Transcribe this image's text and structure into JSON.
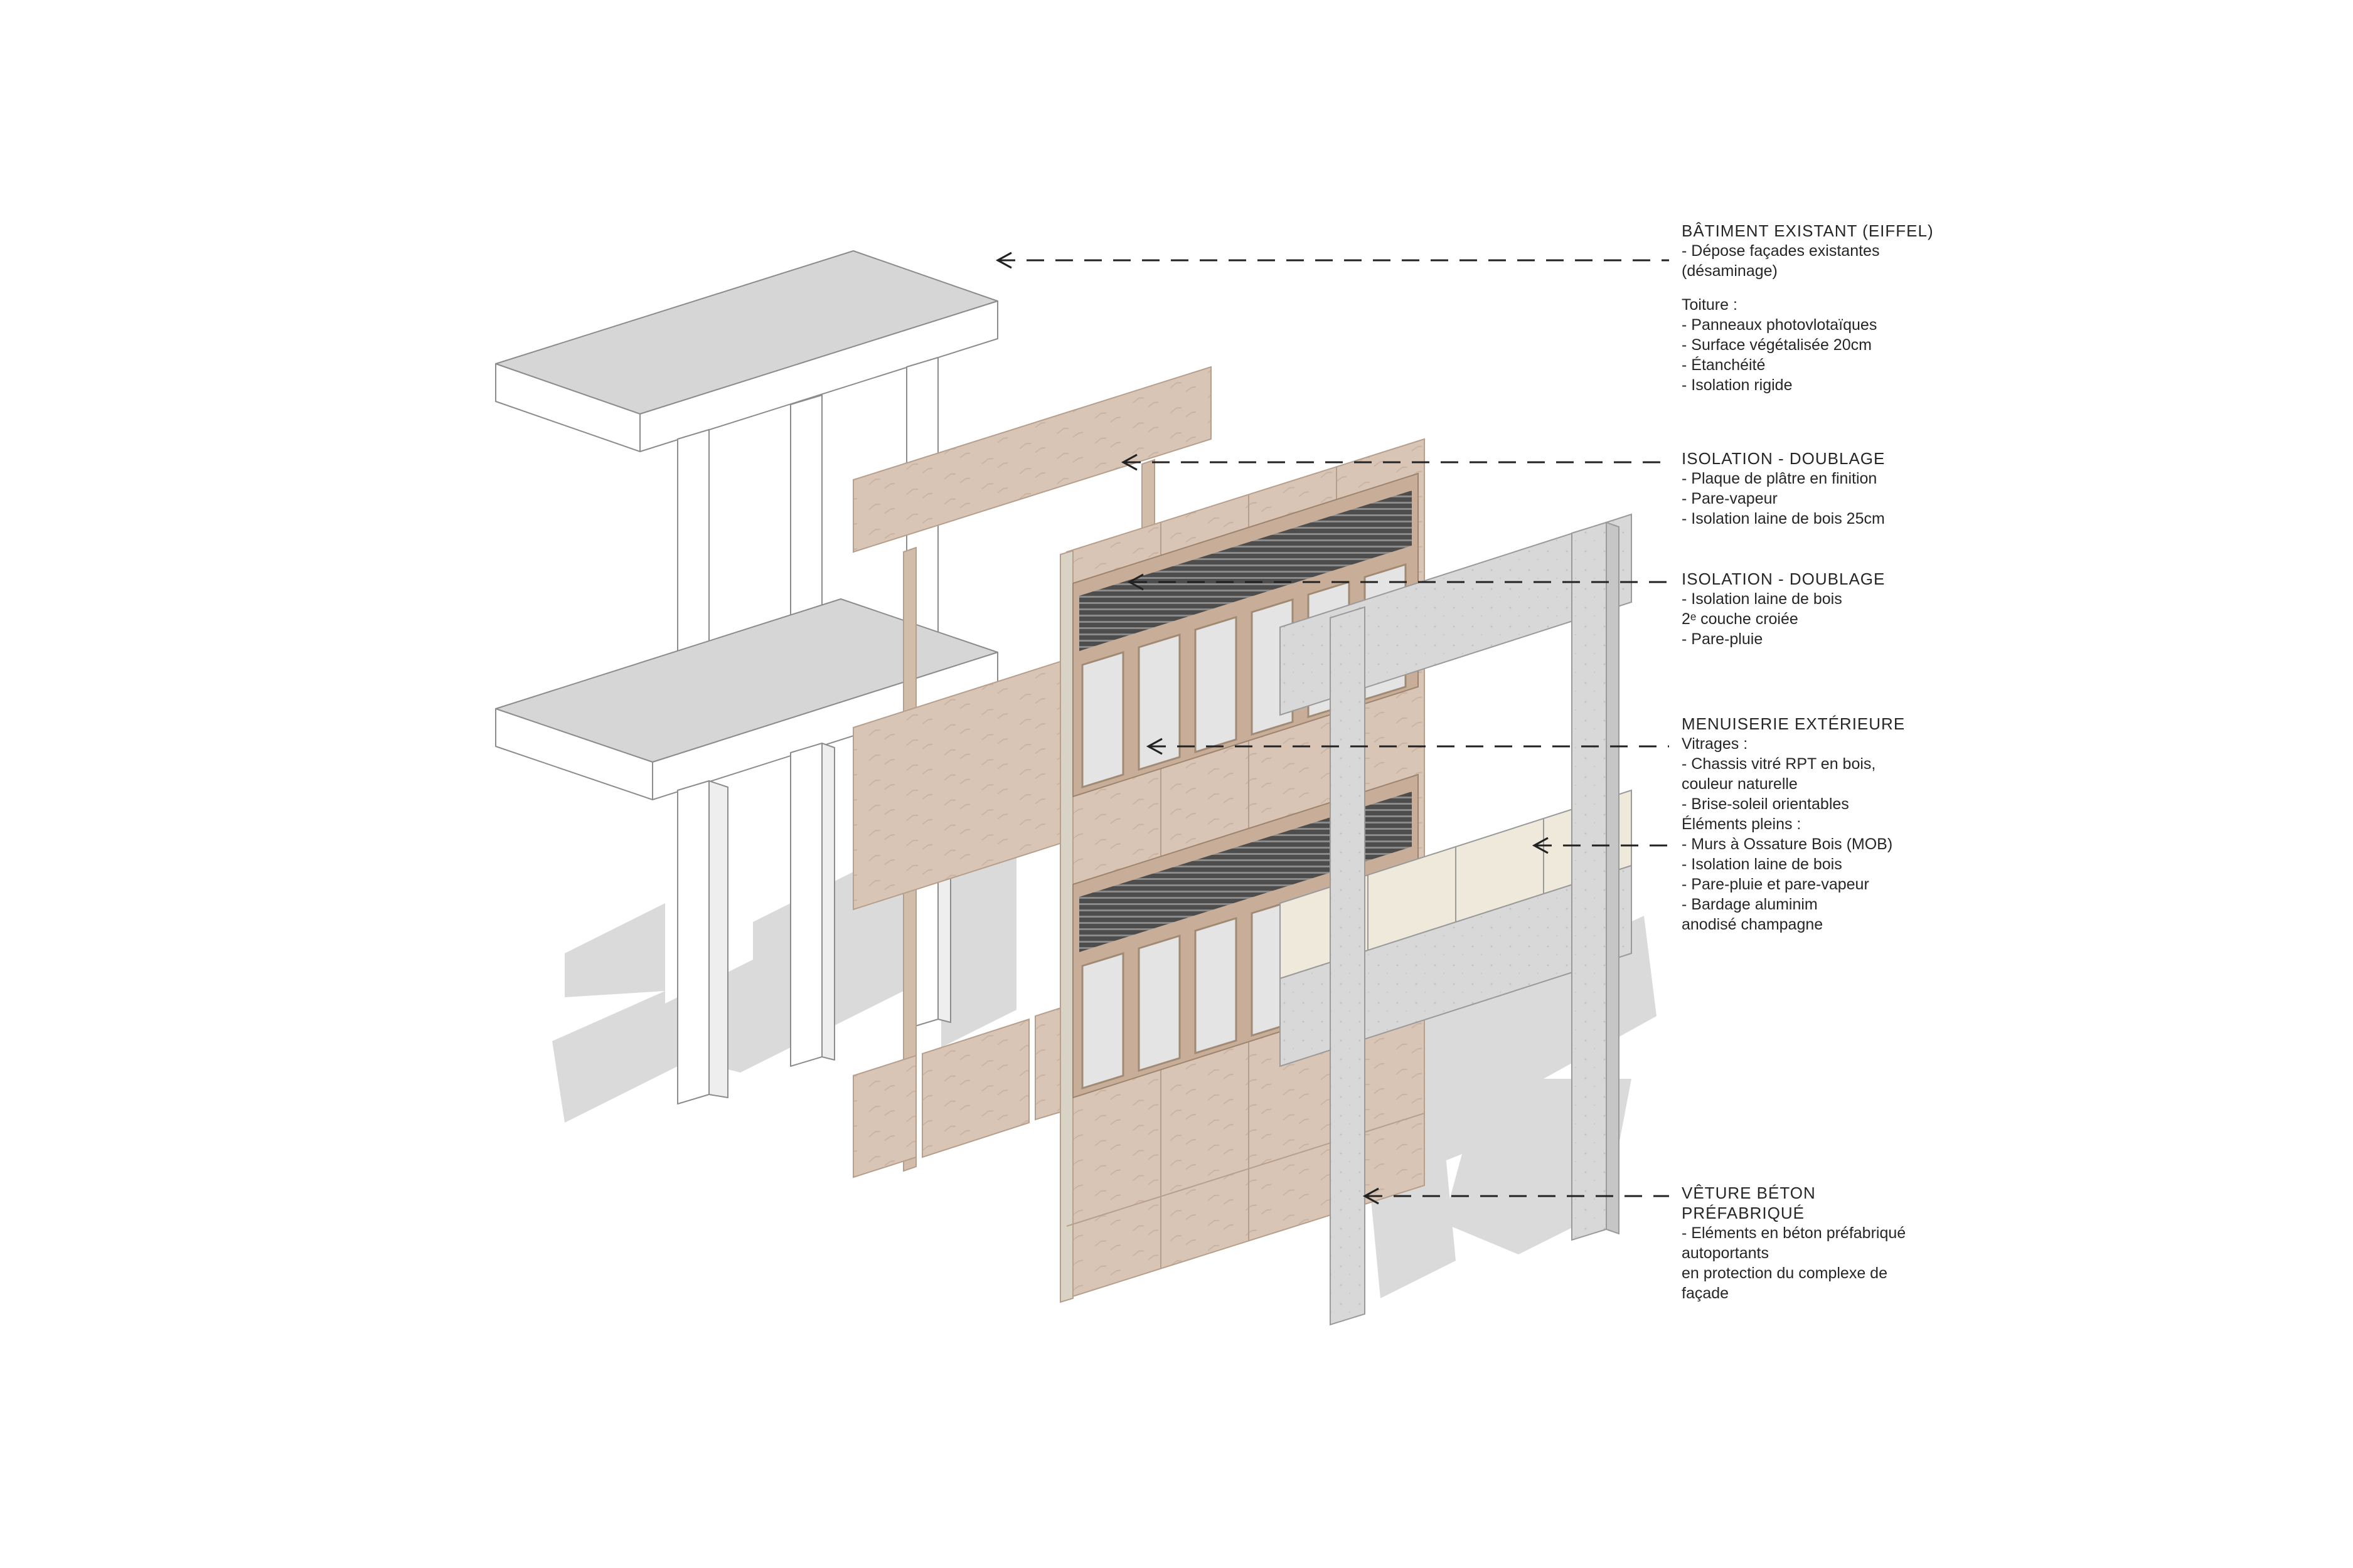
{
  "colors": {
    "background": "#ffffff",
    "structure": "#ffffff",
    "structure_top": "#d4d4d4",
    "shadow": "#d9d9d9",
    "insulation": "#d9c5b6",
    "insulation_edge": "#c4ad9c",
    "window_frame": "#c7ae98",
    "glass": "#dcdcdc",
    "blind": "#555555",
    "concrete": "#d8d8d8",
    "cream_panel": "#efe9dc",
    "text": "#262626"
  },
  "annotations": [
    {
      "id": "batiment-existant",
      "lines": [
        "BÂTIMENT EXISTANT (EIFFEL)",
        "- Dépose façades existantes",
        "(désaminage)",
        "",
        "Toiture :",
        "- Panneaux photovlotaïques",
        "- Surface végétalisée 20cm",
        "- Étanchéité",
        "- Isolation rigide"
      ]
    },
    {
      "id": "isolation-doublage-1",
      "lines": [
        "ISOLATION - DOUBLAGE",
        "- Plaque de plâtre en finition",
        "- Pare-vapeur",
        "- Isolation laine de bois 25cm"
      ]
    },
    {
      "id": "isolation-doublage-2",
      "lines": [
        "ISOLATION - DOUBLAGE",
        "- Isolation laine de bois",
        "2ᵉ couche croiée",
        "- Pare-pluie"
      ]
    },
    {
      "id": "menuiserie-exterieure",
      "lines": [
        "MENUISERIE EXTÉRIEURE",
        "Vitrages :",
        "- Chassis vitré RPT en bois,",
        "couleur naturelle",
        "- Brise-soleil orientables",
        "Éléments pleins :",
        "- Murs à Ossature Bois (MOB)",
        "- Isolation laine de bois",
        "- Pare-pluie et pare-vapeur",
        "- Bardage aluminim",
        "anodisé champagne"
      ]
    },
    {
      "id": "veture-beton",
      "lines": [
        "VÊTURE BÉTON",
        "PRÉFABRIQUÉ",
        "- Eléments en béton préfabriqué",
        "autoportants",
        "en protection du complexe de",
        "façade"
      ]
    }
  ]
}
